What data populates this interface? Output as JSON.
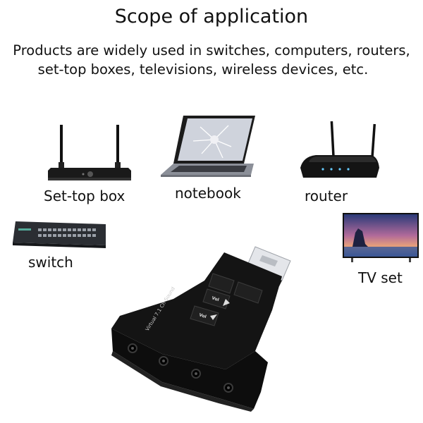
{
  "heading": "Scope of application",
  "description": {
    "line1": "Products are widely used in switches, computers, routers,",
    "line2": "set-top boxes, televisions, wireless devices, etc."
  },
  "devices": {
    "settop": {
      "label": "Set-top box",
      "icon": "set-top-box-image"
    },
    "notebook": {
      "label": "notebook",
      "icon": "notebook-image"
    },
    "router": {
      "label": "router",
      "icon": "router-image"
    },
    "switch": {
      "label": "switch",
      "icon": "network-switch-image"
    },
    "tv": {
      "label": "TV set",
      "icon": "tv-image"
    }
  },
  "product": {
    "icon": "usb-sound-card-image",
    "print_text": "Virtual 7.1 Ch Sound",
    "vol_label": "Vol"
  }
}
